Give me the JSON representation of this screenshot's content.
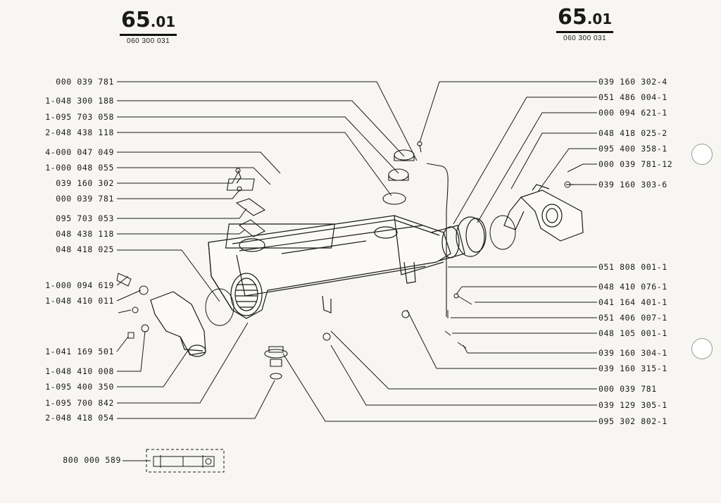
{
  "header_left": {
    "page_major": "65",
    "page_minor": ".01",
    "doc_code": "060 300 031"
  },
  "header_right": {
    "page_major": "65",
    "page_minor": ".01",
    "doc_code": "060 300 031"
  },
  "left_labels": [
    "000 039 781",
    "1-048 300 188",
    "1-095 703 058",
    "2-048 438 118",
    "4-000 047 049",
    "1-000 048 055",
    "039 160 302",
    "000 039 781",
    "095 703 053",
    "048 438 118",
    "048 418 025",
    "1-000 094 619",
    "1-048 410 011",
    "1-041 169 501",
    "1-048 410 008",
    "1-095 400 350",
    "1-095 700 842",
    "2-048 418 054",
    "800 000 589"
  ],
  "right_labels": [
    "039 160 302-4",
    "051 486 004-1",
    "000 094 621-1",
    "048 418 025-2",
    "095 400 358-1",
    "000 039 781-12",
    "039 160 303-6",
    "051 808 001-1",
    "048 410 076-1",
    "041 164 401-1",
    "051 406 007-1",
    "048 105 001-1",
    "039 160 304-1",
    "039 160 315-1",
    "000 039 781",
    "039 129 305-1",
    "095 302 802-1"
  ]
}
